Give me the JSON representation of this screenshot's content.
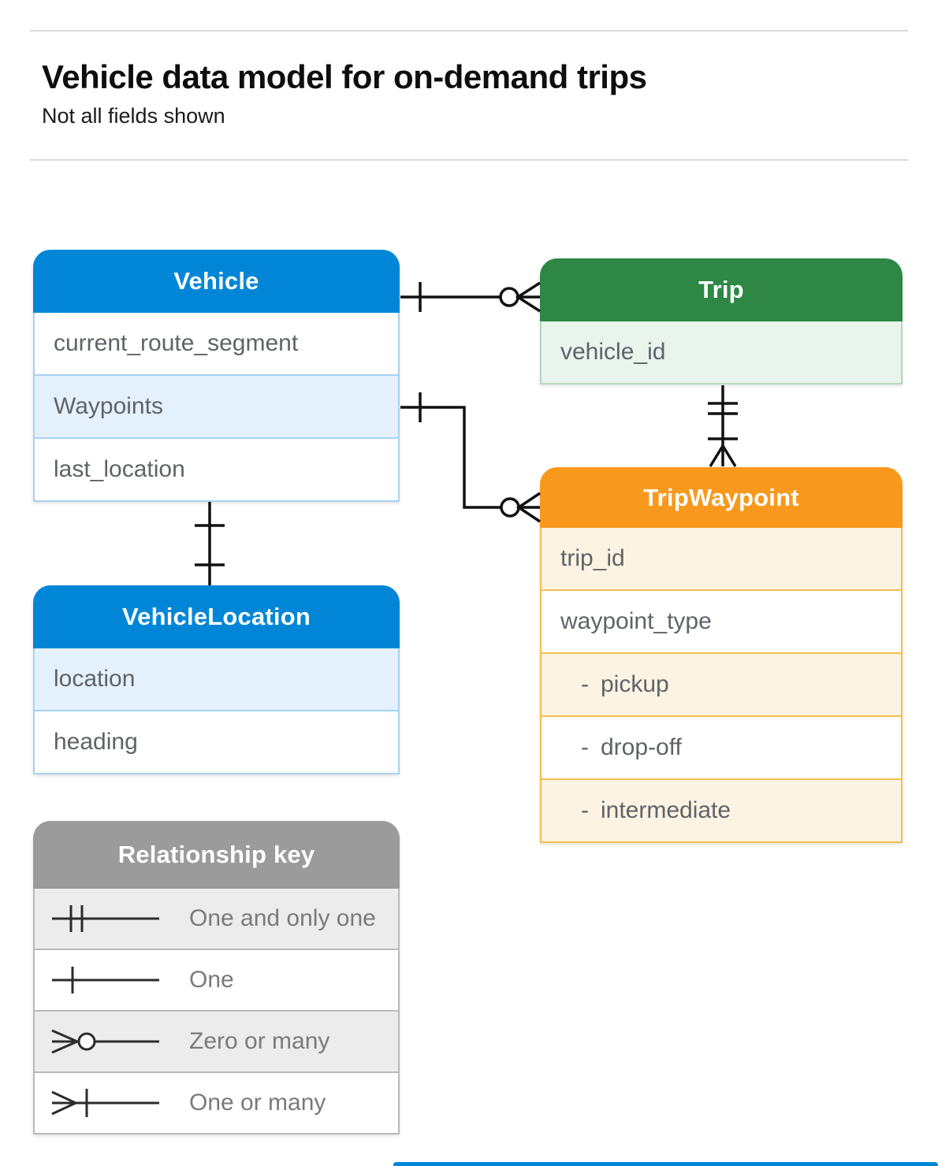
{
  "page": {
    "title": "Vehicle data model for on-demand trips",
    "subtitle": "Not all fields shown"
  },
  "colors": {
    "blue_header": "#0186d7",
    "blue_row": "#e4f1fc",
    "blue_border": "#a9d2f1",
    "green_header": "#2e8745",
    "green_row": "#e9f4ec",
    "green_border": "#b7d9bf",
    "orange_header": "#f8991d",
    "orange_row": "#fdf3e3",
    "orange_border": "#f4bf4e",
    "gray_header": "#9b9b9b",
    "gray_row": "#ececec",
    "connector": "#111111",
    "row_text": "#5f6368",
    "title_text": "#0e0e0e"
  },
  "entities": [
    {
      "id": "vehicle",
      "title": "Vehicle",
      "theme": "blue",
      "rows": [
        {
          "label": "current_route_segment",
          "highlight": false
        },
        {
          "label": "Waypoints",
          "highlight": true
        },
        {
          "label": "last_location",
          "highlight": false
        }
      ]
    },
    {
      "id": "trip",
      "title": "Trip",
      "theme": "green",
      "rows": [
        {
          "label": "vehicle_id",
          "highlight": true
        }
      ]
    },
    {
      "id": "trip-waypoint",
      "title": "TripWaypoint",
      "theme": "orange",
      "rows": [
        {
          "label": "trip_id",
          "highlight": true
        },
        {
          "label": "waypoint_type",
          "highlight": false
        },
        {
          "label": "- pickup",
          "highlight": true
        },
        {
          "label": "- drop-off",
          "highlight": false
        },
        {
          "label": "- intermediate",
          "highlight": true
        }
      ]
    },
    {
      "id": "vehicle-location",
      "title": "VehicleLocation",
      "theme": "blue",
      "rows": [
        {
          "label": "location",
          "highlight": true
        },
        {
          "label": "heading",
          "highlight": false
        }
      ]
    }
  ],
  "legend": {
    "title": "Relationship key",
    "items": [
      {
        "symbol": "one-and-only-one",
        "label": "One and only one"
      },
      {
        "symbol": "one",
        "label": "One"
      },
      {
        "symbol": "zero-or-many",
        "label": "Zero or many"
      },
      {
        "symbol": "one-or-many",
        "label": "One or many"
      }
    ]
  },
  "relationships": [
    {
      "from": "Vehicle",
      "to": "Trip",
      "from_cardinality": "one",
      "to_cardinality": "zero-or-many"
    },
    {
      "from": "Vehicle.Waypoints",
      "to": "TripWaypoint",
      "from_cardinality": "one",
      "to_cardinality": "zero-or-many"
    },
    {
      "from": "Trip",
      "to": "TripWaypoint",
      "from_cardinality": "one-and-only-one",
      "to_cardinality": "one-or-many"
    },
    {
      "from": "Vehicle",
      "to": "VehicleLocation",
      "from_cardinality": "one",
      "to_cardinality": "one"
    }
  ]
}
